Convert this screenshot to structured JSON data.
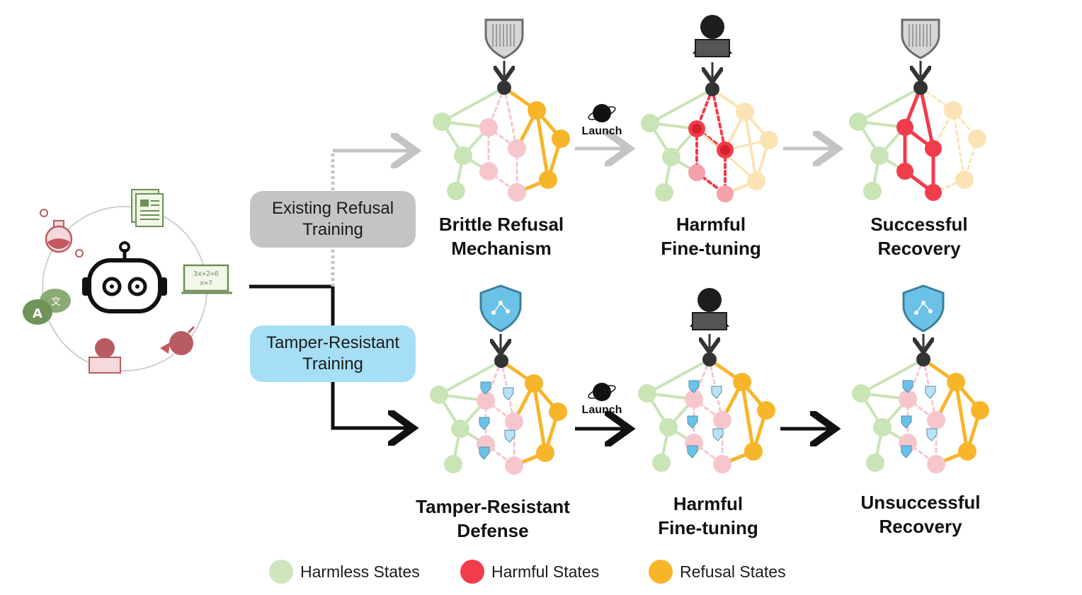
{
  "boxes": {
    "existing": "Existing Refusal\nTraining",
    "tamper": "Tamper-Resistant\nTraining"
  },
  "stages": {
    "top1": "Brittle Refusal\nMechanism",
    "top2": "Harmful\nFine-tuning",
    "top3": "Successful\nRecovery",
    "bot1": "Tamper-Resistant\nDefense",
    "bot2": "Harmful\nFine-tuning",
    "bot3": "Unsuccessful\nRecovery"
  },
  "launch_label": "Launch",
  "math_note": "3x+2=6\nx=?",
  "legend": [
    {
      "label": "Harmless States",
      "color": "#cfe6bd"
    },
    {
      "label": "Harmful States",
      "color": "#f03c4b"
    },
    {
      "label": "Refusal States",
      "color": "#f7b52a"
    }
  ],
  "colors": {
    "harmless": "#c9e4b5",
    "harmful": "#f03c4b",
    "harmful_faint": "#f7c6cd",
    "refusal": "#f7b52a",
    "refusal_faint": "#fbe3b4",
    "arrow_gray": "#c4c4c4",
    "arrow_black": "#111111",
    "shield_blue": "#6cc2e6"
  },
  "icons": [
    "robot-icon",
    "shield-icon",
    "hacker-icon",
    "globe-icon",
    "flask-icon",
    "bomb-icon",
    "translate-icon",
    "document-icon",
    "chalkboard-icon"
  ]
}
